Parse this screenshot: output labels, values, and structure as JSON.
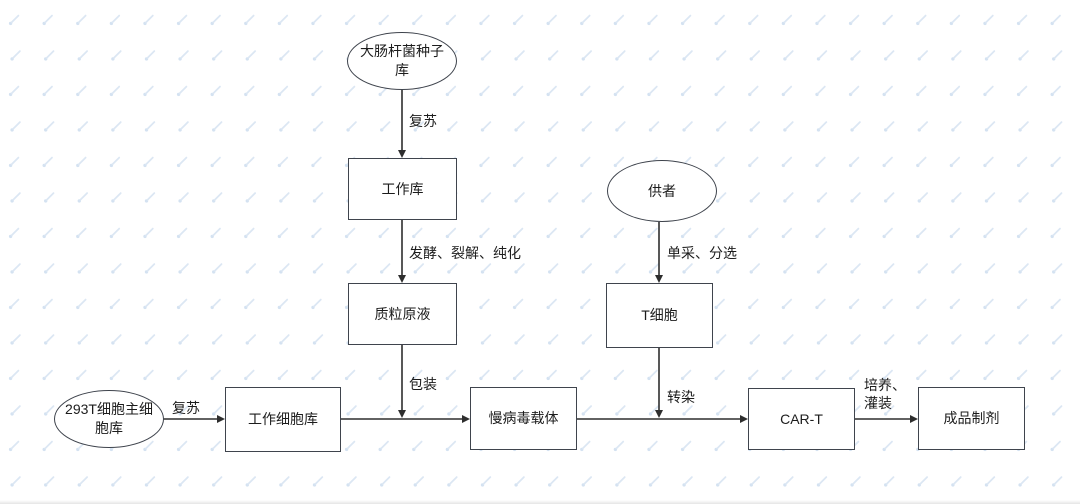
{
  "flowchart": {
    "title": "CAR-T lentiviral vector production flowchart",
    "nodes": {
      "ecoli_seed_bank": {
        "label": "大肠杆菌种子库",
        "shape": "ellipse"
      },
      "working_bank": {
        "label": "工作库",
        "shape": "rect"
      },
      "plasmid_stock": {
        "label": "质粒原液",
        "shape": "rect"
      },
      "donor": {
        "label": "供者",
        "shape": "ellipse"
      },
      "t_cells": {
        "label": "T细胞",
        "shape": "rect"
      },
      "master_cell_bank_293t": {
        "label": "293T细胞主细胞库",
        "shape": "ellipse"
      },
      "working_cell_bank": {
        "label": "工作细胞库",
        "shape": "rect"
      },
      "lentiviral_vector": {
        "label": "慢病毒载体",
        "shape": "rect"
      },
      "car_t": {
        "label": "CAR-T",
        "shape": "rect"
      },
      "finished_product": {
        "label": "成品制剂",
        "shape": "rect"
      }
    },
    "edges": {
      "revive_top": {
        "label": "复苏"
      },
      "ferment_lyse_purify": {
        "label": "发酵、裂解、纯化"
      },
      "package": {
        "label": "包装"
      },
      "apheresis_sort": {
        "label": "单采、分选"
      },
      "transfect": {
        "label": "转染"
      },
      "revive_bottom": {
        "label": "复苏"
      },
      "culture_fill": {
        "label": "培养、灌装"
      }
    },
    "colors": {
      "background": "#ffffff",
      "shape_border": "#3f444d",
      "connector": "#2e2e2e",
      "text": "#1c1c1c",
      "watermark_line": "#d6e3f2",
      "watermark_dot": "#cdddef"
    },
    "icons": {
      "watermark_icon": "checkmark"
    }
  }
}
